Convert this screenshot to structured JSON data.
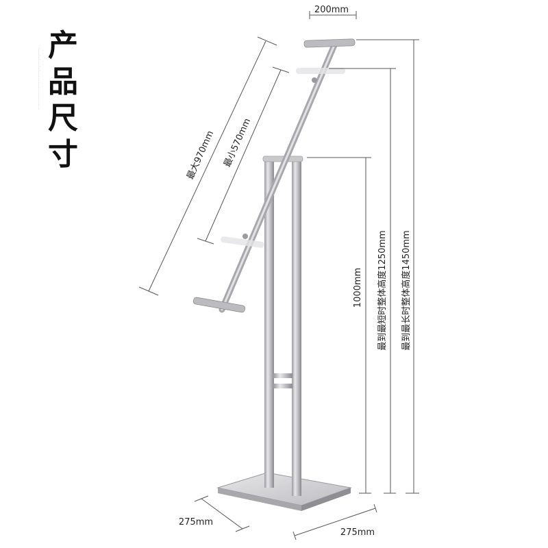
{
  "title": {
    "chars": [
      "产",
      "品",
      "尺",
      "寸"
    ]
  },
  "dimensions": {
    "top_width": "200mm",
    "max_length": "最大970mm",
    "min_length": "最小570mm",
    "frame_height": "1000mm",
    "height_short": "最到最短时整体高度1250mm",
    "height_long": "最到最长时整体高度1450mm",
    "base_width_left": "275mm",
    "base_width_right": "275mm"
  },
  "colors": {
    "metal": "#c8c8ca",
    "metal_dark": "#8e8e92",
    "line": "#555555",
    "text": "#222222"
  }
}
